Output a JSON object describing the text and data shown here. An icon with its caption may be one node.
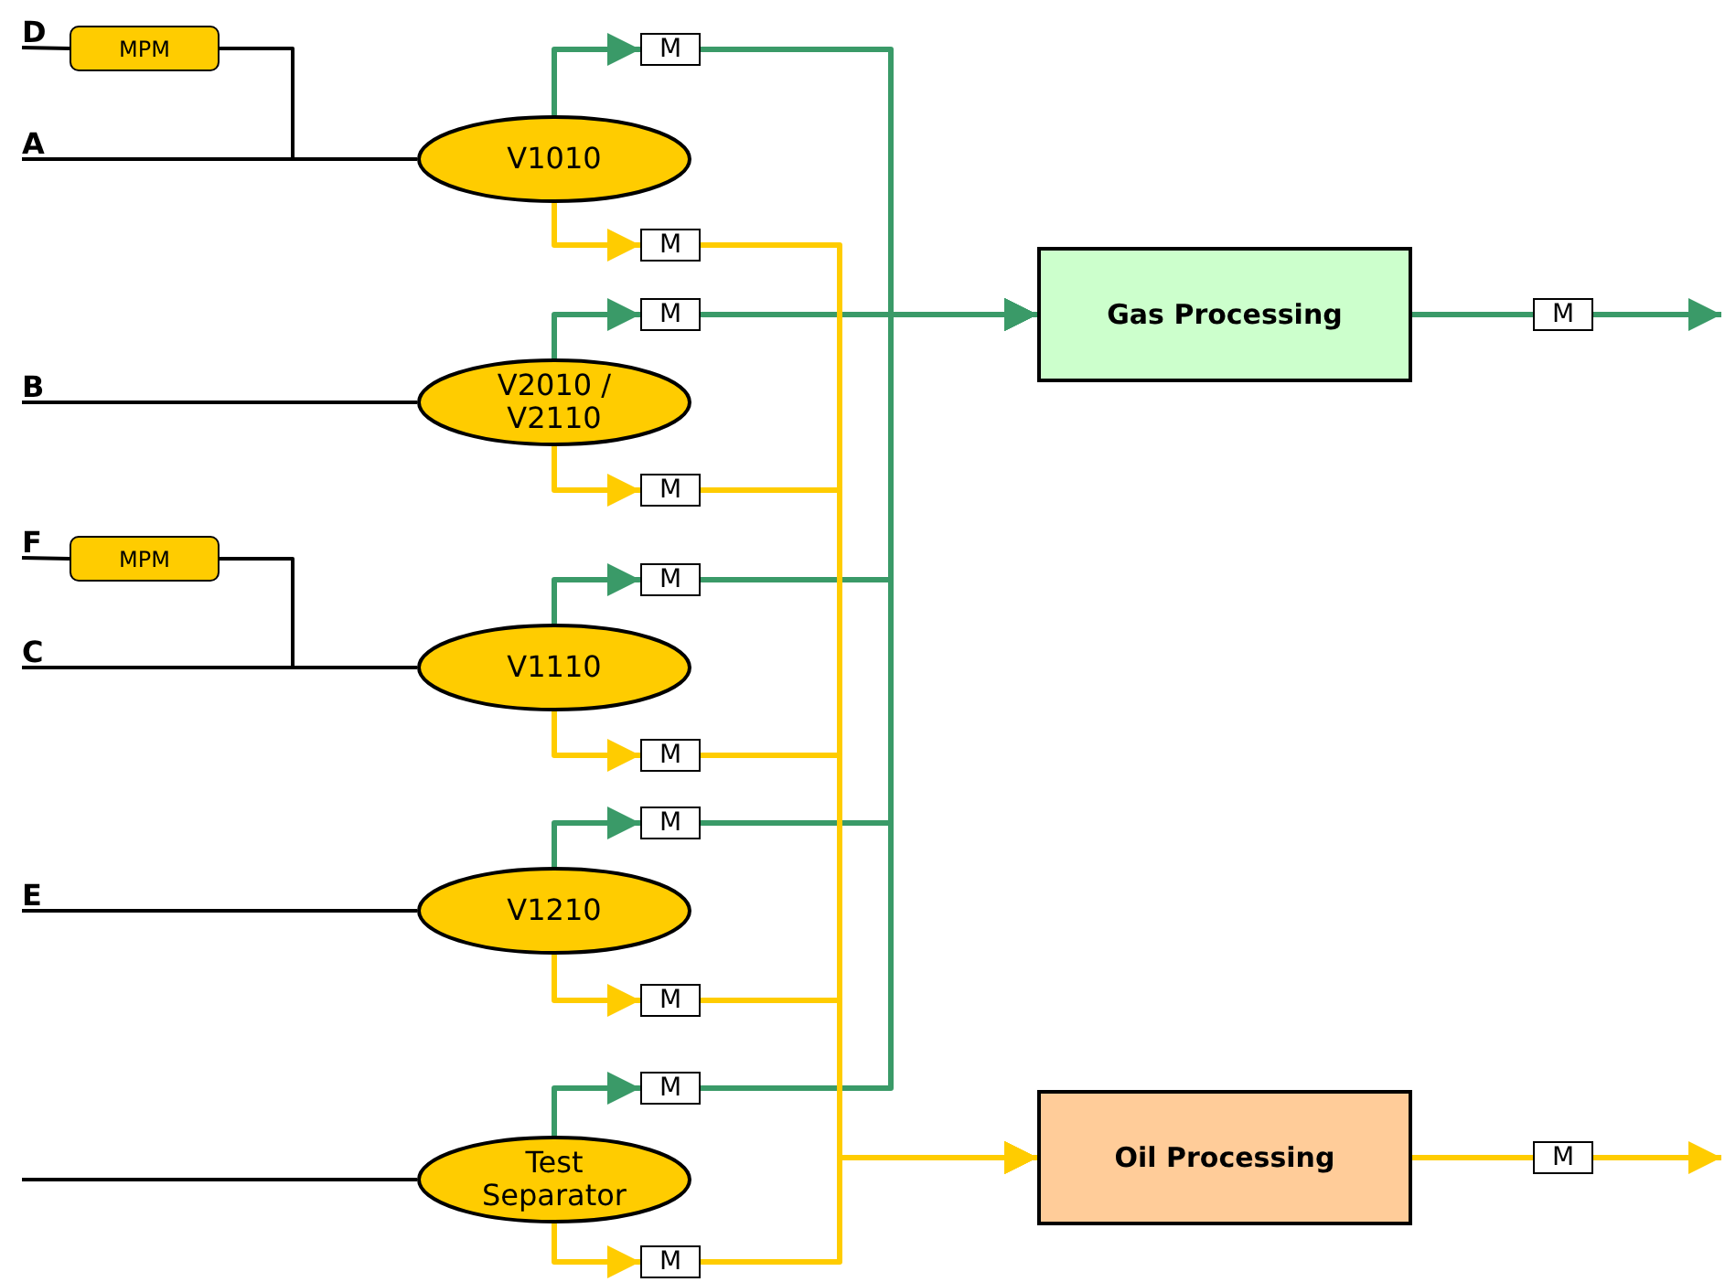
{
  "diagram": {
    "nodes": [
      {
        "text": [
          "D"
        ]
      },
      {
        "text": [
          "MPM"
        ]
      },
      {
        "text": [
          "A"
        ]
      },
      {
        "text": [
          "M"
        ]
      },
      {
        "text": [
          "V1010"
        ]
      },
      {
        "text": [
          "M"
        ]
      },
      {
        "text": [
          "M"
        ]
      },
      {
        "text": [
          "Gas Processing"
        ]
      },
      {
        "text": [
          "M"
        ]
      },
      {
        "text": [
          "B"
        ]
      },
      {
        "text": [
          "V2010 / V2110"
        ]
      },
      {
        "text": [
          "M"
        ]
      },
      {
        "text": [
          "F"
        ]
      },
      {
        "text": [
          "MPM"
        ]
      },
      {
        "text": [
          "M"
        ]
      },
      {
        "text": [
          "C"
        ]
      },
      {
        "text": [
          "V1110"
        ]
      },
      {
        "text": [
          "M"
        ]
      },
      {
        "text": [
          "M"
        ]
      },
      {
        "text": [
          "E"
        ]
      },
      {
        "text": [
          "V1210"
        ]
      },
      {
        "text": [
          "M"
        ]
      },
      {
        "text": [
          "M"
        ]
      },
      {
        "text": [
          "Test Separator"
        ]
      },
      {
        "text": [
          "Oil Processing"
        ]
      },
      {
        "text": [
          "M"
        ]
      },
      {
        "text": [
          "M"
        ]
      }
    ],
    "edges": [
      {
        "from": 0,
        "to": 1,
        "arrow": "none",
        "color": "#000000"
      },
      {
        "from": 1,
        "to": 4,
        "arrow": "none",
        "color": "#000000"
      },
      {
        "from": 2,
        "to": 4,
        "arrow": "none",
        "color": "#000000"
      },
      {
        "from": 4,
        "to": 3,
        "arrow": "to",
        "color": "#3a9a68"
      },
      {
        "from": 4,
        "to": 5,
        "arrow": "to",
        "color": "#ffcc00"
      },
      {
        "from": 3,
        "to": 7,
        "arrow": "to",
        "color": "#3a9a68"
      },
      {
        "from": 6,
        "to": 7,
        "arrow": "to",
        "color": "#3a9a68"
      },
      {
        "from": 14,
        "to": 7,
        "arrow": "to",
        "color": "#3a9a68"
      },
      {
        "from": 18,
        "to": 7,
        "arrow": "to",
        "color": "#3a9a68"
      },
      {
        "from": 22,
        "to": 7,
        "arrow": "to",
        "color": "#3a9a68"
      },
      {
        "from": 7,
        "to": 8,
        "arrow": "none",
        "color": "#3a9a68"
      },
      {
        "from": 8,
        "to": null,
        "arrow": "to",
        "color": "#3a9a68"
      },
      {
        "from": 9,
        "to": 10,
        "arrow": "none",
        "color": "#000000"
      },
      {
        "from": 10,
        "to": 6,
        "arrow": "to",
        "color": "#3a9a68"
      },
      {
        "from": 10,
        "to": 11,
        "arrow": "to",
        "color": "#ffcc00"
      },
      {
        "from": 12,
        "to": 13,
        "arrow": "none",
        "color": "#000000"
      },
      {
        "from": 13,
        "to": 16,
        "arrow": "none",
        "color": "#000000"
      },
      {
        "from": 15,
        "to": 16,
        "arrow": "none",
        "color": "#000000"
      },
      {
        "from": 16,
        "to": 14,
        "arrow": "to",
        "color": "#3a9a68"
      },
      {
        "from": 16,
        "to": 17,
        "arrow": "to",
        "color": "#ffcc00"
      },
      {
        "from": 19,
        "to": 20,
        "arrow": "none",
        "color": "#000000"
      },
      {
        "from": 20,
        "to": 18,
        "arrow": "to",
        "color": "#3a9a68"
      },
      {
        "from": 20,
        "to": 21,
        "arrow": "to",
        "color": "#ffcc00"
      },
      {
        "from": null,
        "to": 23,
        "arrow": "none",
        "color": "#000000"
      },
      {
        "from": 23,
        "to": 22,
        "arrow": "to",
        "color": "#3a9a68"
      },
      {
        "from": 23,
        "to": 26,
        "arrow": "to",
        "color": "#ffcc00"
      },
      {
        "from": 5,
        "to": 24,
        "arrow": "to",
        "color": "#ffcc00"
      },
      {
        "from": 11,
        "to": 24,
        "arrow": "to",
        "color": "#ffcc00"
      },
      {
        "from": 17,
        "to": 24,
        "arrow": "to",
        "color": "#ffcc00"
      },
      {
        "from": 21,
        "to": 24,
        "arrow": "to",
        "color": "#ffcc00"
      },
      {
        "from": 26,
        "to": 24,
        "arrow": "to",
        "color": "#ffcc00"
      },
      {
        "from": 24,
        "to": 25,
        "arrow": "none",
        "color": "#ffcc00"
      },
      {
        "from": 25,
        "to": null,
        "arrow": "to",
        "color": "#ffcc00"
      }
    ]
  }
}
